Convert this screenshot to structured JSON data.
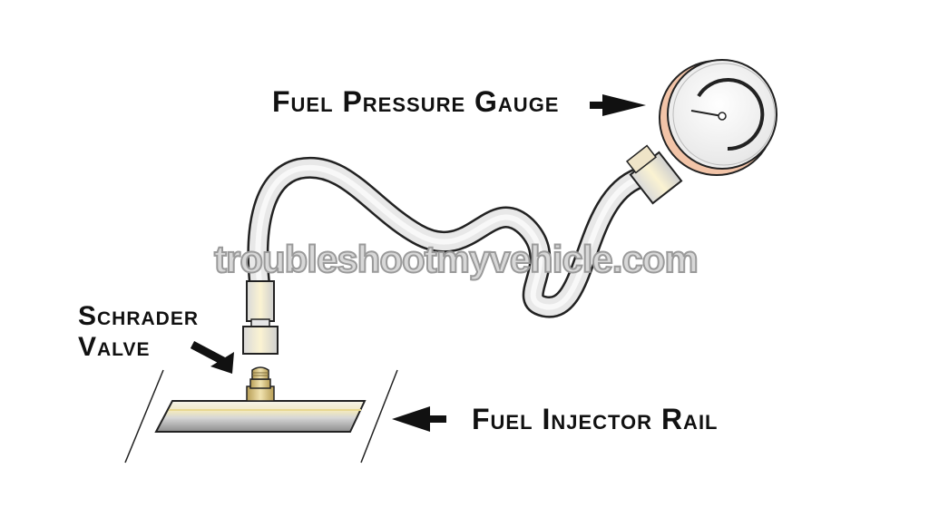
{
  "labels": {
    "gauge": "Fuel Pressure Gauge",
    "valve_line1": "Schrader",
    "valve_line2": "Valve",
    "rail": "Fuel Injector Rail"
  },
  "watermark": "troubleshootmyvehicle.com",
  "colors": {
    "hose": "#e6e6e6",
    "hose_outline": "#222222",
    "gauge_body": "#f3c2a6",
    "gauge_face": "#f4f4f4",
    "fitting": "#f4e7c4",
    "valve": "#d8c07a",
    "rail_light": "#f3eed8",
    "rail_dark": "#9a9a9a",
    "arrow": "#111111"
  }
}
